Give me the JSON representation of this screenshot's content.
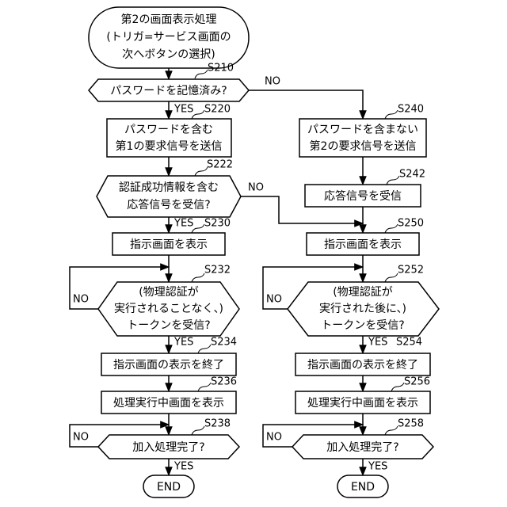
{
  "nodes": {
    "start": [
      "第2の画面表示処理",
      "(トリガ=サービス画面の",
      "次へボタンの選択)"
    ],
    "s210": [
      "パスワードを記憶済み?"
    ],
    "s220": [
      "パスワードを含む",
      "第1の要求信号を送信"
    ],
    "s240": [
      "パスワードを含まない",
      "第2の要求信号を送信"
    ],
    "s222": [
      "認証成功情報を含む",
      "応答信号を受信?"
    ],
    "s242": [
      "応答信号を受信"
    ],
    "s230": [
      "指示画面を表示"
    ],
    "s250": [
      "指示画面を表示"
    ],
    "s232": [
      "(物理認証が",
      "実行されることなく、)",
      "トークンを受信?"
    ],
    "s252": [
      "(物理認証が",
      "実行された後に、)",
      "トークンを受信?"
    ],
    "s234": [
      "指示画面の表示を終了"
    ],
    "s254": [
      "指示画面の表示を終了"
    ],
    "s236": [
      "処理実行中画面を表示"
    ],
    "s256": [
      "処理実行中画面を表示"
    ],
    "s238": [
      "加入処理完了?"
    ],
    "s258": [
      "加入処理完了?"
    ],
    "end_left": [
      "END"
    ],
    "end_right": [
      "END"
    ]
  },
  "steps": {
    "s210": "S210",
    "s220": "S220",
    "s240": "S240",
    "s222": "S222",
    "s242": "S242",
    "s230": "S230",
    "s250": "S250",
    "s232": "S232",
    "s252": "S252",
    "s234": "S234",
    "s254": "S254",
    "s236": "S236",
    "s256": "S256",
    "s238": "S238",
    "s258": "S258"
  },
  "edges": {
    "s210_yes": "YES",
    "s210_no": "NO",
    "s222_yes": "YES",
    "s222_no": "NO",
    "s232_yes": "YES",
    "s232_no": "NO",
    "s252_yes": "YES",
    "s252_no": "NO",
    "s238_yes": "YES",
    "s238_no": "NO",
    "s258_yes": "YES",
    "s258_no": "NO"
  }
}
